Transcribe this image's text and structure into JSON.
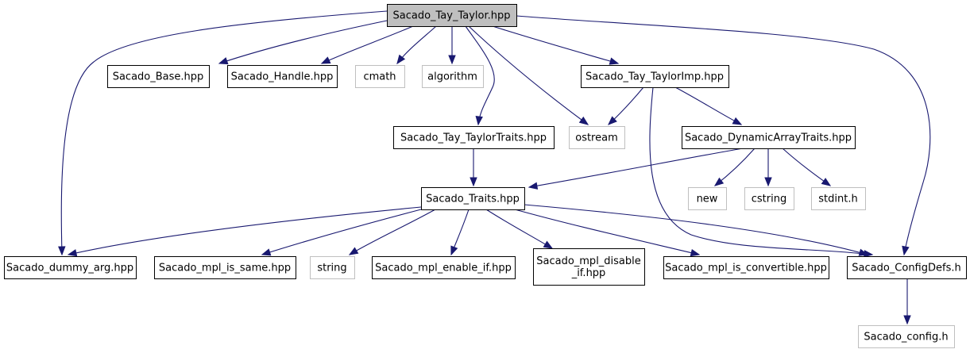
{
  "diagram": {
    "type": "include-dependency-graph",
    "colors": {
      "edge": "#191970",
      "box_border": "#000000",
      "external_border": "#bfbfbf",
      "root_fill": "#bfbfbf",
      "background": "#ffffff"
    },
    "nodes": [
      {
        "id": "taylor",
        "label": "Sacado_Tay_Taylor.hpp",
        "kind": "root"
      },
      {
        "id": "base",
        "label": "Sacado_Base.hpp",
        "kind": "normal"
      },
      {
        "id": "handle",
        "label": "Sacado_Handle.hpp",
        "kind": "normal"
      },
      {
        "id": "cmath",
        "label": "cmath",
        "kind": "external"
      },
      {
        "id": "algorithm",
        "label": "algorithm",
        "kind": "external"
      },
      {
        "id": "taylorimp",
        "label": "Sacado_Tay_TaylorImp.hpp",
        "kind": "normal"
      },
      {
        "id": "taylortraits",
        "label": "Sacado_Tay_TaylorTraits.hpp",
        "kind": "normal"
      },
      {
        "id": "ostream",
        "label": "ostream",
        "kind": "external"
      },
      {
        "id": "dyntraits",
        "label": "Sacado_DynamicArrayTraits.hpp",
        "kind": "normal"
      },
      {
        "id": "traits",
        "label": "Sacado_Traits.hpp",
        "kind": "normal"
      },
      {
        "id": "new",
        "label": "new",
        "kind": "external"
      },
      {
        "id": "cstring",
        "label": "cstring",
        "kind": "external"
      },
      {
        "id": "stdint",
        "label": "stdint.h",
        "kind": "external"
      },
      {
        "id": "dummy",
        "label": "Sacado_dummy_arg.hpp",
        "kind": "normal"
      },
      {
        "id": "issame",
        "label": "Sacado_mpl_is_same.hpp",
        "kind": "normal"
      },
      {
        "id": "string",
        "label": "string",
        "kind": "external"
      },
      {
        "id": "enableif",
        "label": "Sacado_mpl_enable_if.hpp",
        "kind": "normal"
      },
      {
        "id": "disableif",
        "label": "Sacado_mpl_disable\n_if.hpp",
        "kind": "normal"
      },
      {
        "id": "isconv",
        "label": "Sacado_mpl_is_convertible.hpp",
        "kind": "normal"
      },
      {
        "id": "configdefs",
        "label": "Sacado_ConfigDefs.h",
        "kind": "normal"
      },
      {
        "id": "config",
        "label": "Sacado_config.h",
        "kind": "external"
      }
    ],
    "edges": [
      {
        "from": "taylor",
        "to": "base"
      },
      {
        "from": "taylor",
        "to": "handle"
      },
      {
        "from": "taylor",
        "to": "cmath"
      },
      {
        "from": "taylor",
        "to": "algorithm"
      },
      {
        "from": "taylor",
        "to": "taylorimp"
      },
      {
        "from": "taylor",
        "to": "taylortraits"
      },
      {
        "from": "taylor",
        "to": "ostream"
      },
      {
        "from": "taylor",
        "to": "dummy"
      },
      {
        "from": "taylor",
        "to": "configdefs"
      },
      {
        "from": "taylorimp",
        "to": "ostream"
      },
      {
        "from": "taylorimp",
        "to": "dyntraits"
      },
      {
        "from": "taylorimp",
        "to": "configdefs"
      },
      {
        "from": "taylortraits",
        "to": "traits"
      },
      {
        "from": "dyntraits",
        "to": "traits"
      },
      {
        "from": "dyntraits",
        "to": "new"
      },
      {
        "from": "dyntraits",
        "to": "cstring"
      },
      {
        "from": "dyntraits",
        "to": "stdint"
      },
      {
        "from": "traits",
        "to": "dummy"
      },
      {
        "from": "traits",
        "to": "issame"
      },
      {
        "from": "traits",
        "to": "string"
      },
      {
        "from": "traits",
        "to": "enableif"
      },
      {
        "from": "traits",
        "to": "disableif"
      },
      {
        "from": "traits",
        "to": "isconv"
      },
      {
        "from": "traits",
        "to": "configdefs"
      },
      {
        "from": "configdefs",
        "to": "config"
      }
    ]
  }
}
